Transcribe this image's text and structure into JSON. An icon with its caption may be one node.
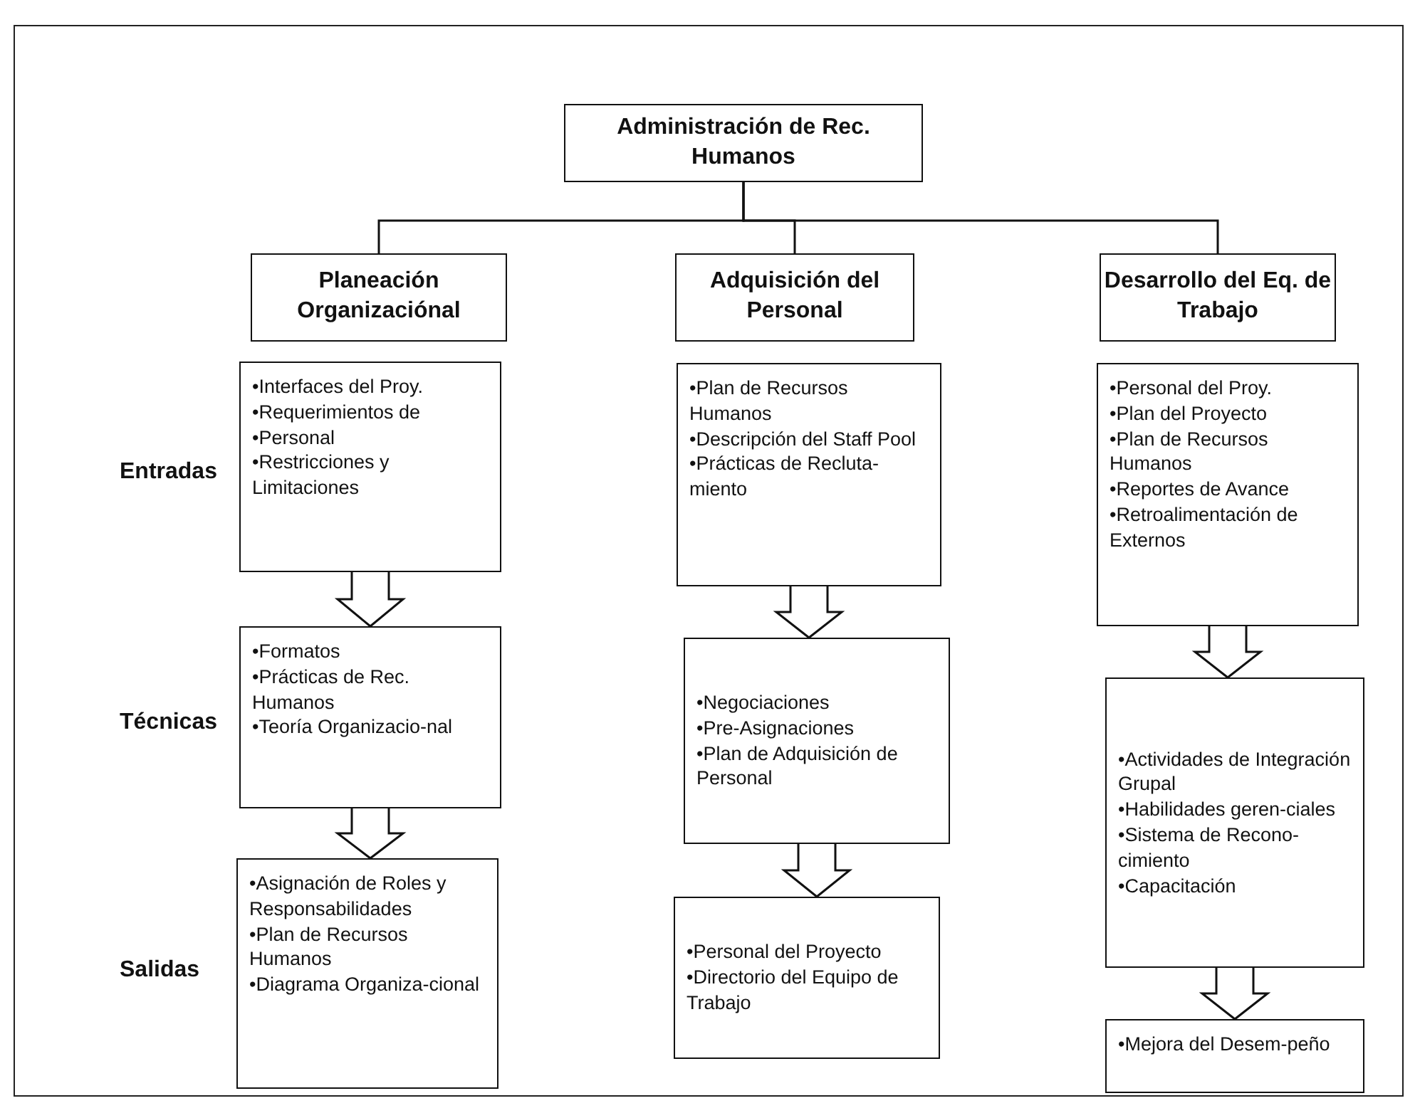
{
  "diagram": {
    "nodes": [
      {
        "text": [
          "Administración de Rec. Humanos"
        ]
      },
      {
        "text": [
          "Planeación Organizaciónal"
        ]
      },
      {
        "text": [
          "Adquisición del Personal"
        ]
      },
      {
        "text": [
          "Desarrollo del Eq. de Trabajo"
        ]
      },
      {
        "text": [
          "•Interfaces del Proy.",
          "•Requerimientos de",
          "•Personal",
          "•Restricciones y Limitaciones"
        ]
      },
      {
        "text": [
          "•Formatos",
          "•Prácticas de Rec. Humanos",
          "•Teoría Organizacio-nal"
        ]
      },
      {
        "text": [
          "•Asignación de Roles y Responsabilidades",
          "•Plan de Recursos Humanos",
          "•Diagrama Organiza-cional"
        ]
      },
      {
        "text": [
          "•Plan de Recursos Humanos",
          "•Descripción del Staff Pool",
          "•Prácticas de Recluta-miento"
        ]
      },
      {
        "text": [
          "•Negociaciones",
          "•Pre-Asignaciones",
          "•Plan de Adquisición de Personal"
        ]
      },
      {
        "text": [
          "•Personal del Proyecto",
          "•Directorio del Equipo de Trabajo"
        ]
      },
      {
        "text": [
          "•Personal del Proy.",
          "•Plan del Proyecto",
          "•Plan de Recursos Humanos",
          "•Reportes de Avance",
          "•Retroalimentación de Externos"
        ]
      },
      {
        "text": [
          "•Actividades de Integración Grupal",
          "•Habilidades geren-ciales",
          "•Sistema de Recono-cimiento",
          "•Capacitación"
        ]
      },
      {
        "text": [
          "•Mejora del Desem-peño"
        ]
      }
    ],
    "edges": [
      {
        "from": 0,
        "to": 1,
        "arrow": "none"
      },
      {
        "from": 0,
        "to": 2,
        "arrow": "none"
      },
      {
        "from": 0,
        "to": 3,
        "arrow": "none"
      },
      {
        "from": 4,
        "to": 5,
        "arrow": "to"
      },
      {
        "from": 5,
        "to": 6,
        "arrow": "to"
      },
      {
        "from": 7,
        "to": 8,
        "arrow": "to"
      },
      {
        "from": 8,
        "to": 9,
        "arrow": "to"
      },
      {
        "from": 10,
        "to": 11,
        "arrow": "to"
      },
      {
        "from": 11,
        "to": 12,
        "arrow": "to"
      }
    ],
    "labels": [
      "Entradas",
      "Técnicas",
      "Salidas"
    ]
  }
}
